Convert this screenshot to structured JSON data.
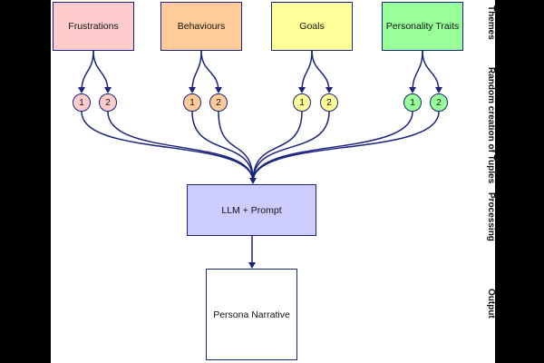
{
  "themes": [
    {
      "label": "Frustrations",
      "color": "#ffcccc"
    },
    {
      "label": "Behaviours",
      "color": "#ffcc99"
    },
    {
      "label": "Goals",
      "color": "#ffff99"
    },
    {
      "label": "Personality Traits",
      "color": "#99ff99"
    }
  ],
  "tuple_labels": [
    "1",
    "2"
  ],
  "process": {
    "label": "LLM + Prompt",
    "color": "#ccccff"
  },
  "output": {
    "label": "Persona Narrative",
    "color": "#ffffff"
  },
  "stage_labels": {
    "themes": "Themes",
    "tuples": "Random creation of Tuples",
    "processing": "Processing",
    "output": "Output"
  },
  "line_color": "#1a237e"
}
